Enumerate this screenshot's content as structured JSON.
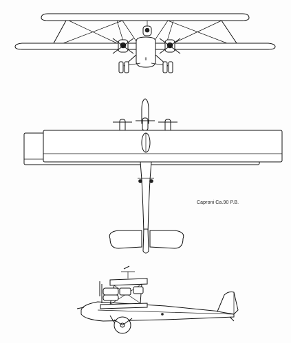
{
  "caption": "Caproni Ca.90 P.B.",
  "colors": {
    "line": "#111111",
    "paper": "#fdfdfd"
  },
  "views": [
    "front-view",
    "top-view",
    "side-view"
  ]
}
